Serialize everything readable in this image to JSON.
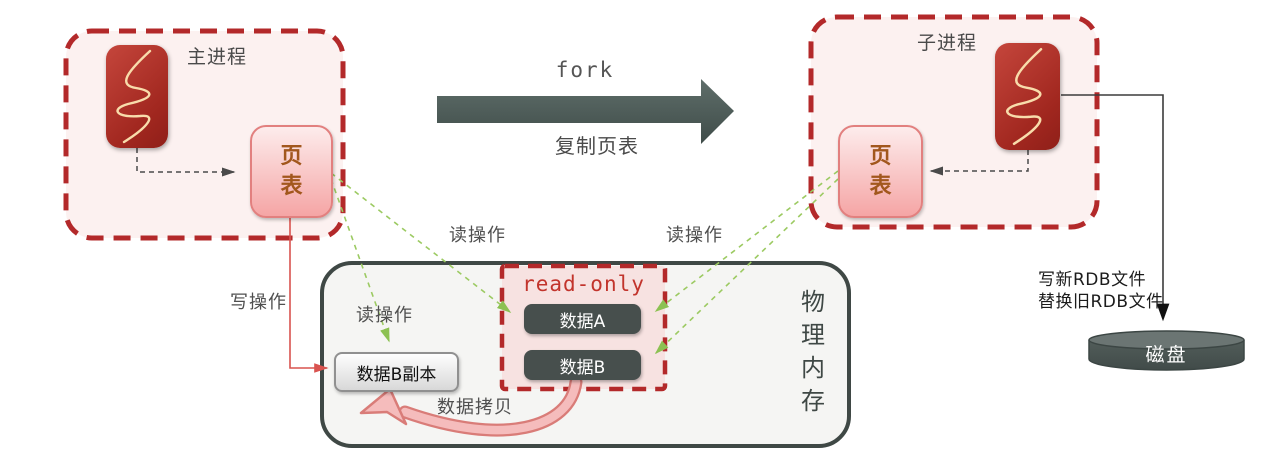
{
  "colors": {
    "dash_red": "#b3292a",
    "process_fill": "#fcf1f0",
    "readonly_fill": "#f7e2e1",
    "memory_fill": "#f5f5f3",
    "memory_border": "#3f4845",
    "slate_arrow": "#4e5b58",
    "data_box_bg": "#474f4d",
    "green_dashed": "#9cca62",
    "write_red": "#d9534f",
    "page_table_text": "#a2571d",
    "copy_arrow_fill": "#f5bcbc",
    "copy_arrow_stroke": "#d97c78"
  },
  "main_process": {
    "label": "主进程",
    "page_table": "页表"
  },
  "child_process": {
    "label": "子进程",
    "page_table": "页表"
  },
  "fork": {
    "title": "fork",
    "subtitle": "复制页表"
  },
  "memory": {
    "label": "物理内存",
    "read_only_label": "read-only",
    "data_a": "数据A",
    "data_b": "数据B",
    "data_b_copy": "数据B副本"
  },
  "labels": {
    "read_op": "读操作",
    "write_op": "写操作",
    "data_copy": "数据拷贝"
  },
  "disk": {
    "label": "磁盘",
    "note_line1": "写新RDB文件",
    "note_line2": "替换旧RDB文件"
  }
}
